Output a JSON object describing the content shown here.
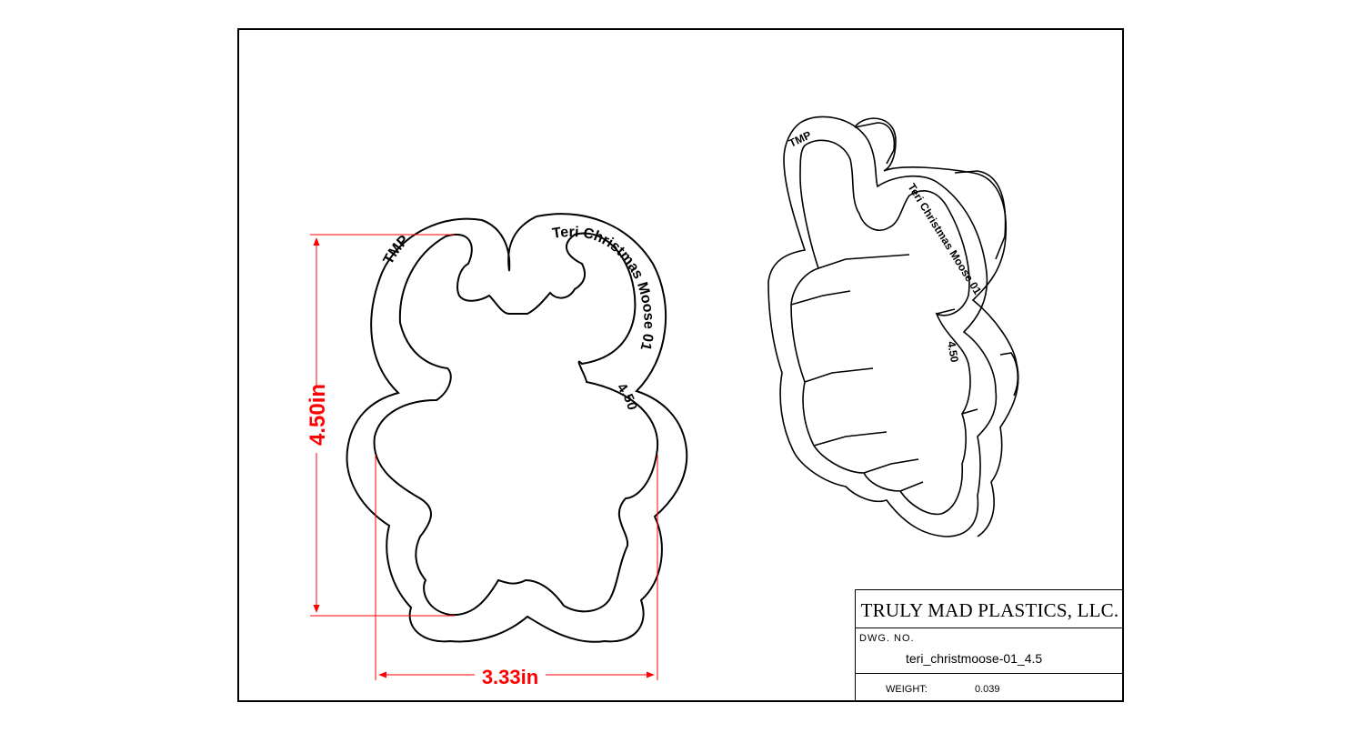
{
  "title_block": {
    "company": "TRULY MAD PLASTICS, LLC.",
    "dwg_no_label": "DWG. NO.",
    "dwg_no_value": "teri_christmoose-01_4.5",
    "weight_label": "WEIGHT:",
    "weight_value": "0.039"
  },
  "dimensions": {
    "height": "4.50in",
    "width": "3.33in",
    "color": "#ff0000"
  },
  "engraving": {
    "logo": "TMP",
    "name": "Teri Christmas Moose 01",
    "size": "4.50"
  }
}
